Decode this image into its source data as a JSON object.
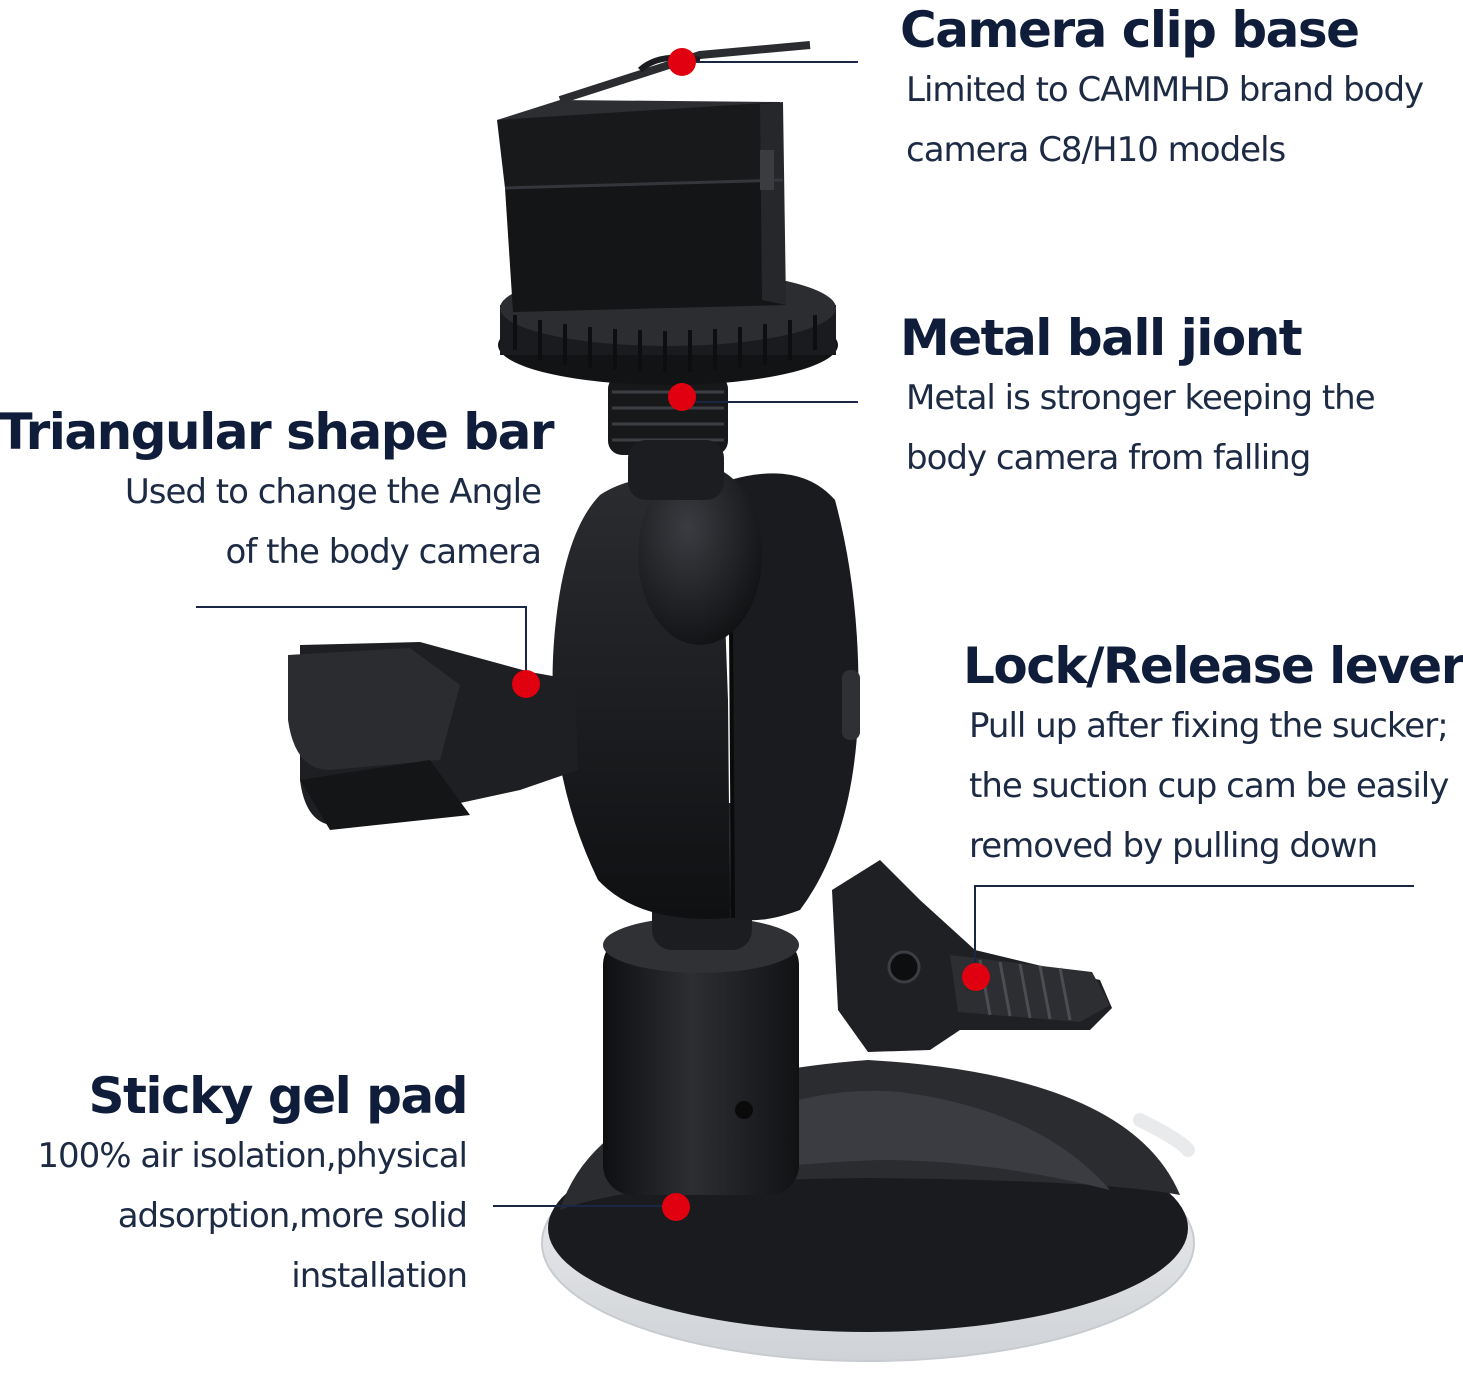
{
  "colors": {
    "text": "#0f1d3a",
    "leader_line": "#1a2744",
    "marker_dot": "#e0000f",
    "product_black": "#1c1d1f"
  },
  "callouts": [
    {
      "id": "camera-clip-base",
      "title": "Camera clip base",
      "lines": [
        "Limited to CAMMHD brand body",
        "camera C8/H10 models"
      ]
    },
    {
      "id": "metal-ball-joint",
      "title": "Metal ball jiont",
      "lines": [
        "Metal is stronger keeping the",
        "body camera from falling"
      ]
    },
    {
      "id": "triangular-shape-bar",
      "title": "Triangular shape bar",
      "lines": [
        "Used to change the Angle",
        "of the body camera"
      ]
    },
    {
      "id": "lock-release-lever",
      "title": "Lock/Release lever",
      "lines": [
        "Pull up after fixing the sucker;",
        "the suction cup cam be easily",
        "removed by pulling down"
      ]
    },
    {
      "id": "sticky-gel-pad",
      "title": "Sticky gel pad",
      "lines": [
        "100% air isolation,physical",
        "adsorption,more solid",
        "installation"
      ]
    }
  ]
}
